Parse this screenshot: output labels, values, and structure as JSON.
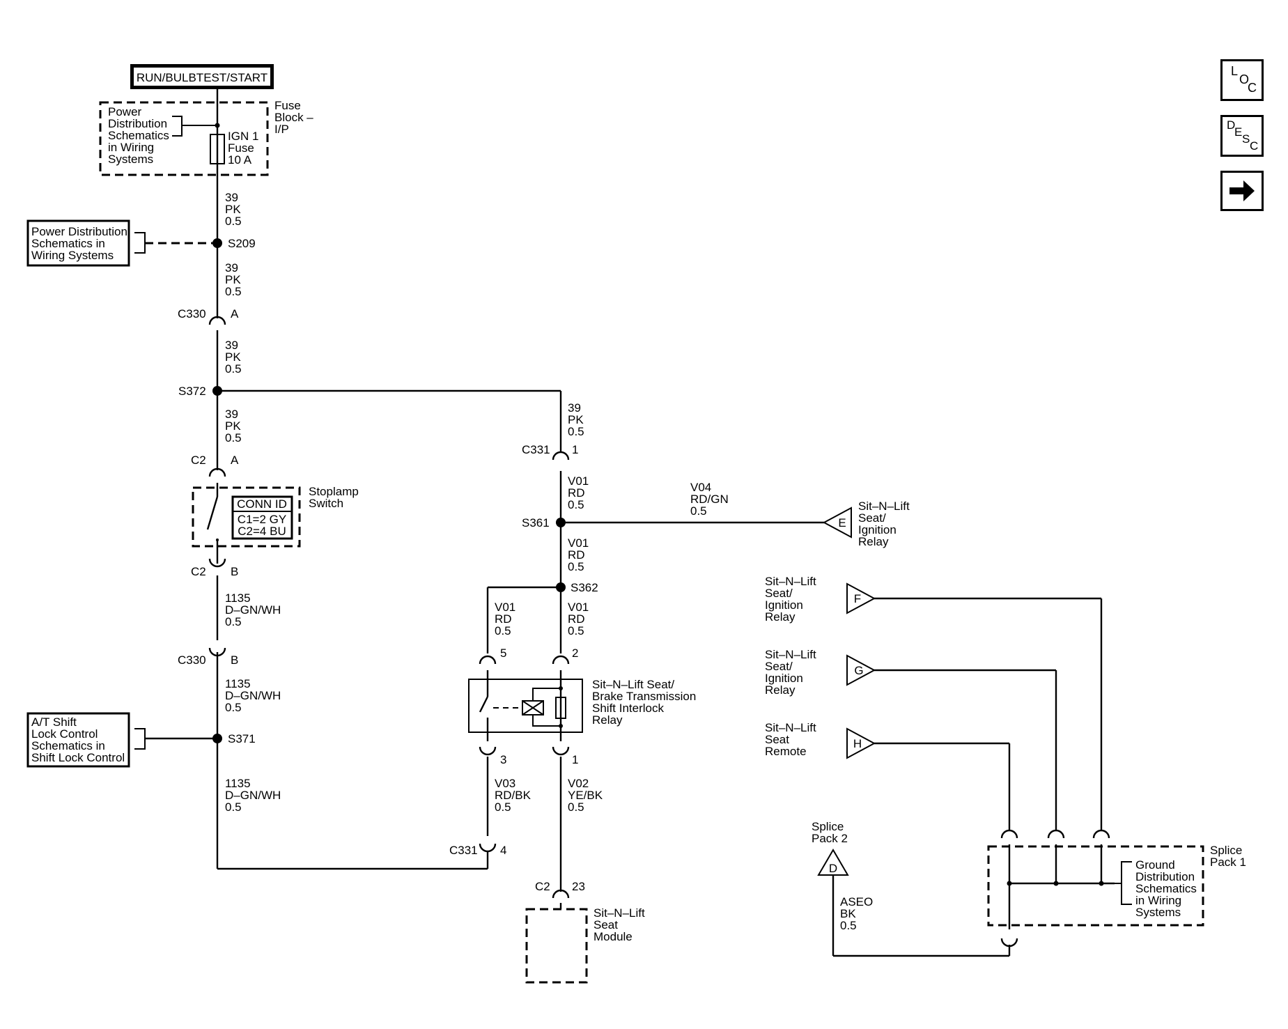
{
  "power_label": "RUN/BULBTEST/START",
  "fuse_block": {
    "power_dist": [
      "Power",
      "Distribution",
      "Schematics",
      "in Wiring",
      "Systems"
    ],
    "fuse": [
      "IGN 1",
      "Fuse",
      "10 A"
    ],
    "name": [
      "Fuse",
      "Block –",
      "I/P"
    ]
  },
  "wires": {
    "w1": [
      "39",
      "PK",
      "0.5"
    ],
    "w2": [
      "39",
      "PK",
      "0.5"
    ],
    "w3": [
      "39",
      "PK",
      "0.5"
    ],
    "w4": [
      "39",
      "PK",
      "0.5"
    ],
    "w5": [
      "1135",
      "D–GN/WH",
      "0.5"
    ],
    "w6": [
      "1135",
      "D–GN/WH",
      "0.5"
    ],
    "w7": [
      "1135",
      "D–GN/WH",
      "0.5"
    ],
    "w8": [
      "39",
      "PK",
      "0.5"
    ],
    "w9": [
      "V01",
      "RD",
      "0.5"
    ],
    "w10": [
      "V01",
      "RD",
      "0.5"
    ],
    "w11": [
      "V01",
      "RD",
      "0.5"
    ],
    "w12": [
      "V01",
      "RD",
      "0.5"
    ],
    "w13": [
      "V03",
      "RD/BK",
      "0.5"
    ],
    "w14": [
      "V02",
      "YE/BK",
      "0.5"
    ],
    "w15": [
      "V04",
      "RD/GN",
      "0.5"
    ],
    "w16": [
      "ASEO",
      "BK",
      "0.5"
    ]
  },
  "splices": {
    "s209": "S209",
    "s372": "S372",
    "s371": "S371",
    "s361": "S361",
    "s362": "S362"
  },
  "connectors": {
    "c330a": "C330",
    "c330a_pin": "A",
    "c2a": "C2",
    "c2a_pin": "A",
    "c2b": "C2",
    "c2b_pin": "B",
    "c330b": "C330",
    "c330b_pin": "B",
    "c331_1": "C331",
    "c331_1_pin": "1",
    "c331_4": "C331",
    "c331_4_pin": "4",
    "c2_23": "C2",
    "c2_23_pin": "23",
    "relay_pin5": "5",
    "relay_pin2": "2",
    "relay_pin3": "3",
    "relay_pin1": "1"
  },
  "boxes": {
    "power_dist_left": [
      "Power Distribution",
      "Schematics in",
      "Wiring Systems"
    ],
    "at_shift": [
      "A/T Shift",
      "Lock Control",
      "Schematics in",
      "Shift Lock Control"
    ]
  },
  "stoplamp": {
    "name": [
      "Stoplamp",
      "Switch"
    ],
    "conn_id": "CONN ID",
    "c1": "C1=2 GY",
    "c2": "C2=4 BU"
  },
  "relay": [
    "Sit–N–Lift Seat/",
    "Brake Transmission",
    "Shift Interlock",
    "Relay"
  ],
  "module": [
    "Sit–N–Lift",
    "Seat",
    "Module"
  ],
  "offpage": {
    "e": {
      "letter": "E",
      "label": [
        "Sit–N–Lift",
        "Seat/",
        "Ignition",
        "Relay"
      ]
    },
    "f": {
      "letter": "F",
      "label": [
        "Sit–N–Lift",
        "Seat/",
        "Ignition",
        "Relay"
      ]
    },
    "g": {
      "letter": "G",
      "label": [
        "Sit–N–Lift",
        "Seat/",
        "Ignition",
        "Relay"
      ]
    },
    "h": {
      "letter": "H",
      "label": [
        "Sit–N–Lift",
        "Seat",
        "Remote"
      ]
    },
    "d": {
      "letter": "D",
      "label": [
        "Splice",
        "Pack 2"
      ]
    }
  },
  "splice_pack1": {
    "name": [
      "Splice",
      "Pack 1"
    ],
    "ground": [
      "Ground",
      "Distribution",
      "Schematics",
      "in Wiring",
      "Systems"
    ]
  },
  "nav": {
    "loc": [
      "L",
      "O",
      "C"
    ],
    "desc": [
      "D",
      "E",
      "S",
      "C"
    ],
    "next_icon": "arrow-right-icon"
  }
}
